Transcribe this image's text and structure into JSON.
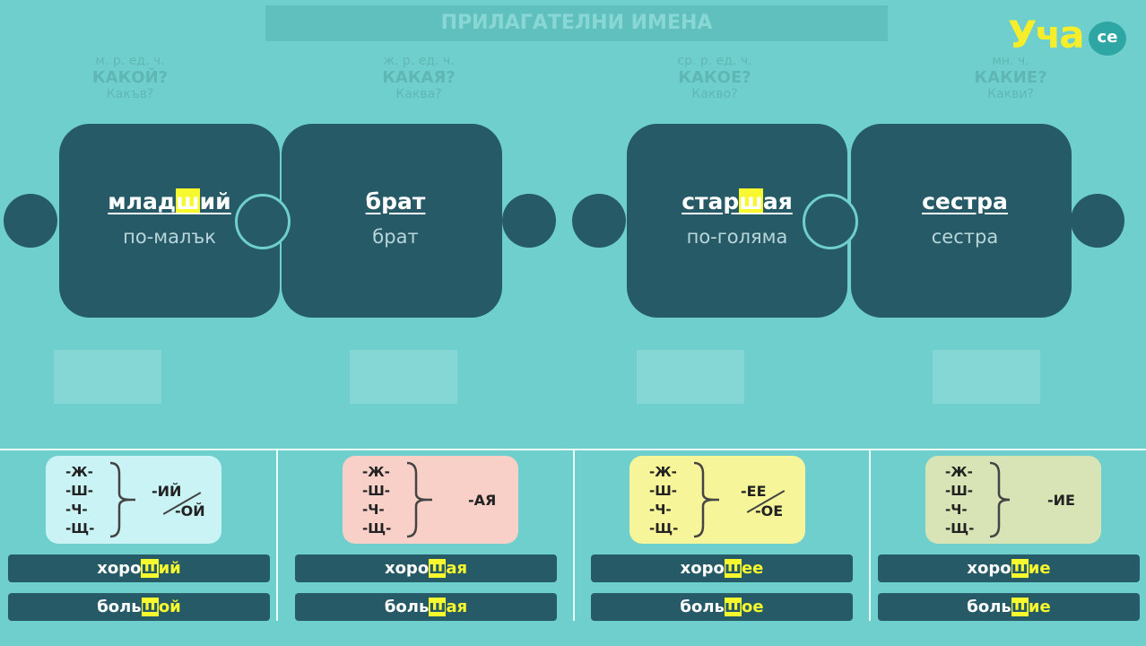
{
  "background_title": "ПРИЛАГАТЕЛНИ ИМЕНА",
  "background_columns": [
    {
      "label": "м. р. ед. ч.",
      "question": "КАКОЙ?",
      "sub": "Какъв?"
    },
    {
      "label": "ж. р. ед. ч.",
      "question": "КАКАЯ?",
      "sub": "Каква?"
    },
    {
      "label": "ср. р. ед. ч.",
      "question": "КАКОЕ?",
      "sub": "Какво?"
    },
    {
      "label": "мн. ч.",
      "question": "КАКИЕ?",
      "sub": "Какви?"
    }
  ],
  "logo": {
    "text": "Уча",
    "badge": "се"
  },
  "puzzle": [
    {
      "pre": "млад",
      "hl": "ш",
      "post": "ий",
      "translation": "по-малък"
    },
    {
      "pre": "брат",
      "hl": "",
      "post": "",
      "translation": "брат"
    },
    {
      "pre": "стар",
      "hl": "ш",
      "post": "ая",
      "translation": "по-голяма"
    },
    {
      "pre": "сестра",
      "hl": "",
      "post": "",
      "translation": "сестра"
    }
  ],
  "rules": [
    {
      "letters": [
        "-Ж-",
        "-Ш-",
        "-Ч-",
        "-Щ-"
      ],
      "ending": "-ИЙ",
      "struck": "-ОЙ",
      "color": "#c9f3f4"
    },
    {
      "letters": [
        "-Ж-",
        "-Ш-",
        "-Ч-",
        "-Щ-"
      ],
      "ending": "-АЯ",
      "struck": "",
      "color": "#f8d0c8"
    },
    {
      "letters": [
        "-Ж-",
        "-Ш-",
        "-Ч-",
        "-Щ-"
      ],
      "ending": "-ЕЕ",
      "struck": "-ОЕ",
      "color": "#f7f59a"
    },
    {
      "letters": [
        "-Ж-",
        "-Ш-",
        "-Ч-",
        "-Щ-"
      ],
      "ending": "-ИЕ",
      "struck": "",
      "color": "#d8e3b6"
    }
  ],
  "examples": [
    [
      {
        "pre": "хоро",
        "hl": "ш",
        "post": "ий"
      },
      {
        "pre": "боль",
        "hl": "ш",
        "post": "ой"
      }
    ],
    [
      {
        "pre": "хоро",
        "hl": "ш",
        "post": "ая"
      },
      {
        "pre": "боль",
        "hl": "ш",
        "post": "ая"
      }
    ],
    [
      {
        "pre": "хоро",
        "hl": "ш",
        "post": "ее"
      },
      {
        "pre": "боль",
        "hl": "ш",
        "post": "ое"
      }
    ],
    [
      {
        "pre": "хоро",
        "hl": "ш",
        "post": "ие"
      },
      {
        "pre": "боль",
        "hl": "ш",
        "post": "ие"
      }
    ]
  ]
}
